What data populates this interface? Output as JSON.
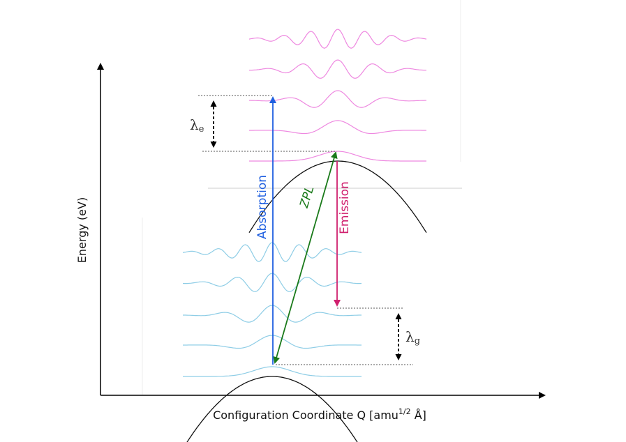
{
  "axes": {
    "y_label": "Energy (eV)",
    "x_label_main": "Configuration Coordinate Q [amu",
    "x_label_sup": "1/2",
    "x_label_tail": " Å]"
  },
  "transitions": {
    "absorption": "Absorption",
    "zpl": "ZPL",
    "emission": "Emission"
  },
  "reorganization": {
    "lambda_e_symbol": "λ",
    "lambda_e_sub": "e",
    "lambda_g_symbol": "λ",
    "lambda_g_sub": "g"
  },
  "colors": {
    "absorption": "#1f5fe0",
    "zpl": "#1a7a1a",
    "emission": "#d0206e",
    "excited_waves": "#ee88e0",
    "ground_waves": "#8ecde6",
    "parabola": "#111111"
  }
}
